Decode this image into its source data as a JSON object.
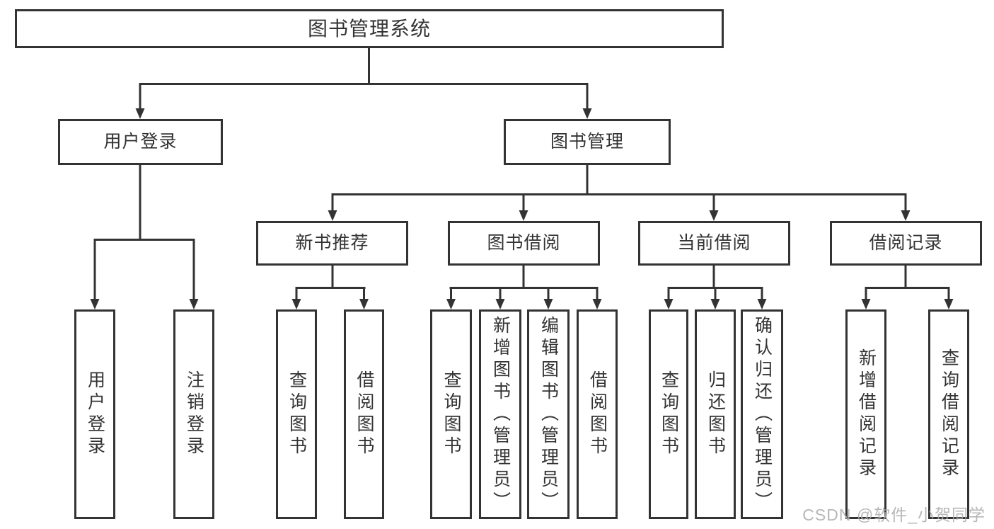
{
  "diagram": {
    "root": "图书管理系统",
    "branches": [
      {
        "label": "用户登录",
        "leaves": [
          "用户登录",
          "注销登录"
        ]
      },
      {
        "label": "图书管理",
        "sections": [
          {
            "label": "新书推荐",
            "leaves": [
              "查询图书",
              "借阅图书"
            ]
          },
          {
            "label": "图书借阅",
            "leaves": [
              "查询图书",
              "新增图书（管理员）",
              "编辑图书（管理员）",
              "借阅图书"
            ]
          },
          {
            "label": "当前借阅",
            "leaves": [
              "查询图书",
              "归还图书",
              "确认归还（管理员）"
            ]
          },
          {
            "label": "借阅记录",
            "leaves": [
              "新增借阅记录",
              "查询借阅记录"
            ]
          }
        ]
      }
    ]
  },
  "watermark": "CSDN @软件_小贺同学",
  "colors": {
    "line": "#333333",
    "text": "#333333",
    "watermark": "#aeaeb1",
    "background": "#ffffff"
  }
}
